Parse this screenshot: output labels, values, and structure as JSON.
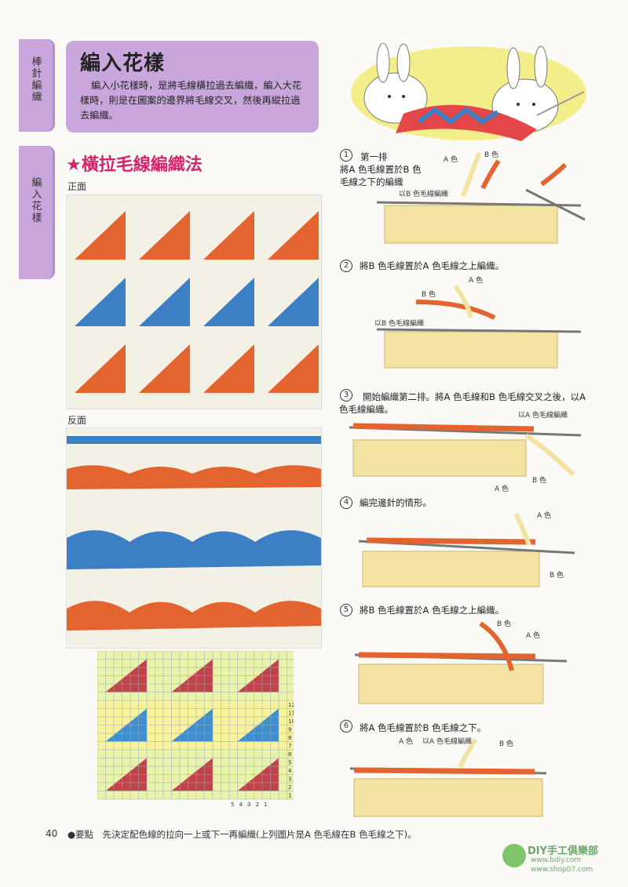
{
  "side_tabs": {
    "tab1": "棒針編織",
    "tab2": "編入花樣"
  },
  "header": {
    "title": "編入花樣",
    "body": "編入小花樣時，是將毛線橫拉過去編織，編入大花樣時，則是在圖案的邊界將毛線交叉，然後再縱拉過去編織。"
  },
  "section": {
    "title": "★橫拉毛線編織法",
    "front_label": "正面",
    "back_label": "反面"
  },
  "colors": {
    "orange": "#e4642f",
    "blue": "#3d7fc4",
    "cream": "#f3f0e6",
    "yarn": "#f2e3a3"
  },
  "chart": {
    "row_numbers": [
      "12",
      "11",
      "10",
      "9",
      "8",
      "7",
      "6",
      "5",
      "4",
      "3",
      "2",
      "1"
    ],
    "col_numbers": [
      "5",
      "4",
      "3",
      "2",
      "1"
    ]
  },
  "steps": [
    {
      "num": "1",
      "text": "第一排\n將A 色毛線置於B 色毛線之下的編織",
      "notes": [
        "A 色",
        "B 色",
        "以B 色毛線編織"
      ]
    },
    {
      "num": "2",
      "text": "將B 色毛線置於A 色毛線之上編織。",
      "notes": [
        "A 色",
        "B 色",
        "以B 色毛線編織"
      ]
    },
    {
      "num": "3",
      "text": "開始編織第二排。將A 色毛線和B 色毛線交叉之後，以A 色毛線編織。",
      "notes": [
        "以A 色毛線編織",
        "B 色",
        "A 色"
      ]
    },
    {
      "num": "4",
      "text": "編完邊針的情形。",
      "notes": [
        "A 色",
        "B 色"
      ]
    },
    {
      "num": "5",
      "text": "將B 色毛線置於A 色毛線之上編織。",
      "notes": [
        "B 色",
        "A 色"
      ]
    },
    {
      "num": "6",
      "text": "將A 色毛線置於B 色毛線之下。",
      "notes": [
        "A 色",
        "以A 色毛線編織",
        "B 色"
      ]
    }
  ],
  "footer": {
    "page": "40",
    "bullet": "●要點",
    "note": "先決定配色線的拉向一上或下一再編織(上列圖片是A 色毛線在B 色毛線之下)。"
  },
  "logo": {
    "name": "DIY手工俱樂部",
    "url1": "www.bdiy.com",
    "url2": "www.shop07.com"
  }
}
